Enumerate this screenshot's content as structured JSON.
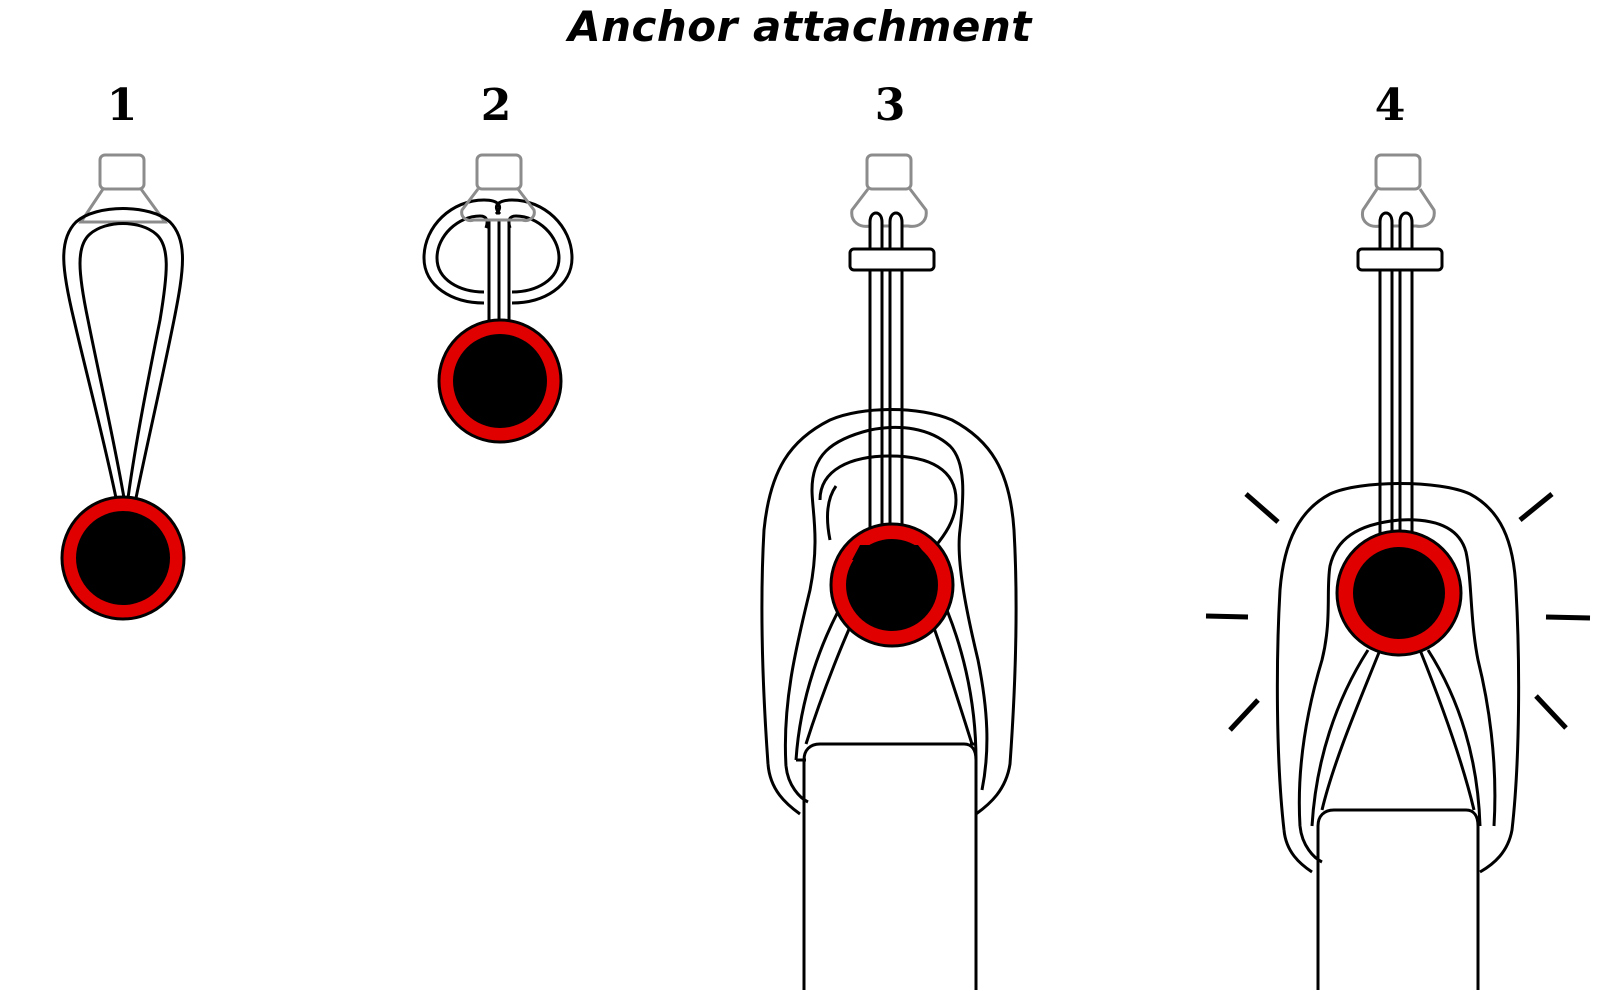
{
  "title": "Anchor attachment",
  "steps": [
    {
      "number": "1"
    },
    {
      "number": "2"
    },
    {
      "number": "3"
    },
    {
      "number": "4"
    }
  ],
  "colors": {
    "ring": "#e00000",
    "knob": "#000000",
    "outline": "#000000",
    "anchor_point": "#8c8c8c",
    "background": "#ffffff"
  }
}
